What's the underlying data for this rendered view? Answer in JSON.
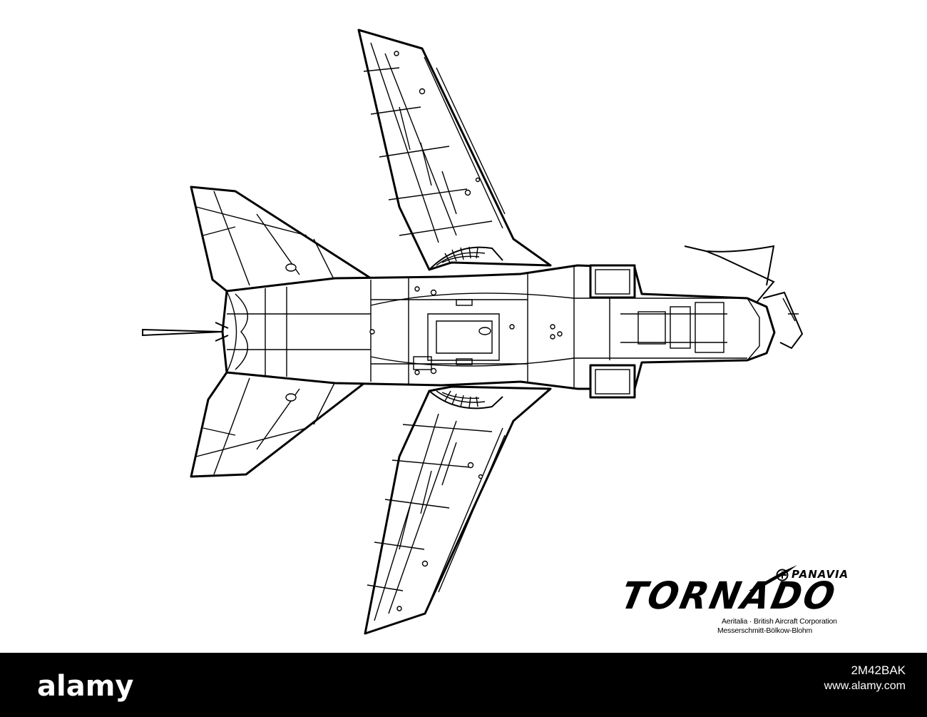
{
  "brand": {
    "maker": "PANAVIA",
    "name": "TORNADO",
    "partners_line_1": "Aeritalia · British Aircraft Corporation",
    "partners_line_2": "Messerschmitt-Bölkow-Blohm"
  },
  "watermark": {
    "logo": "alamy",
    "image_id": "2M42BAK",
    "url": "www.alamy.com"
  },
  "colors": {
    "line": "#000000",
    "background": "#ffffff",
    "footer": "#000000"
  }
}
